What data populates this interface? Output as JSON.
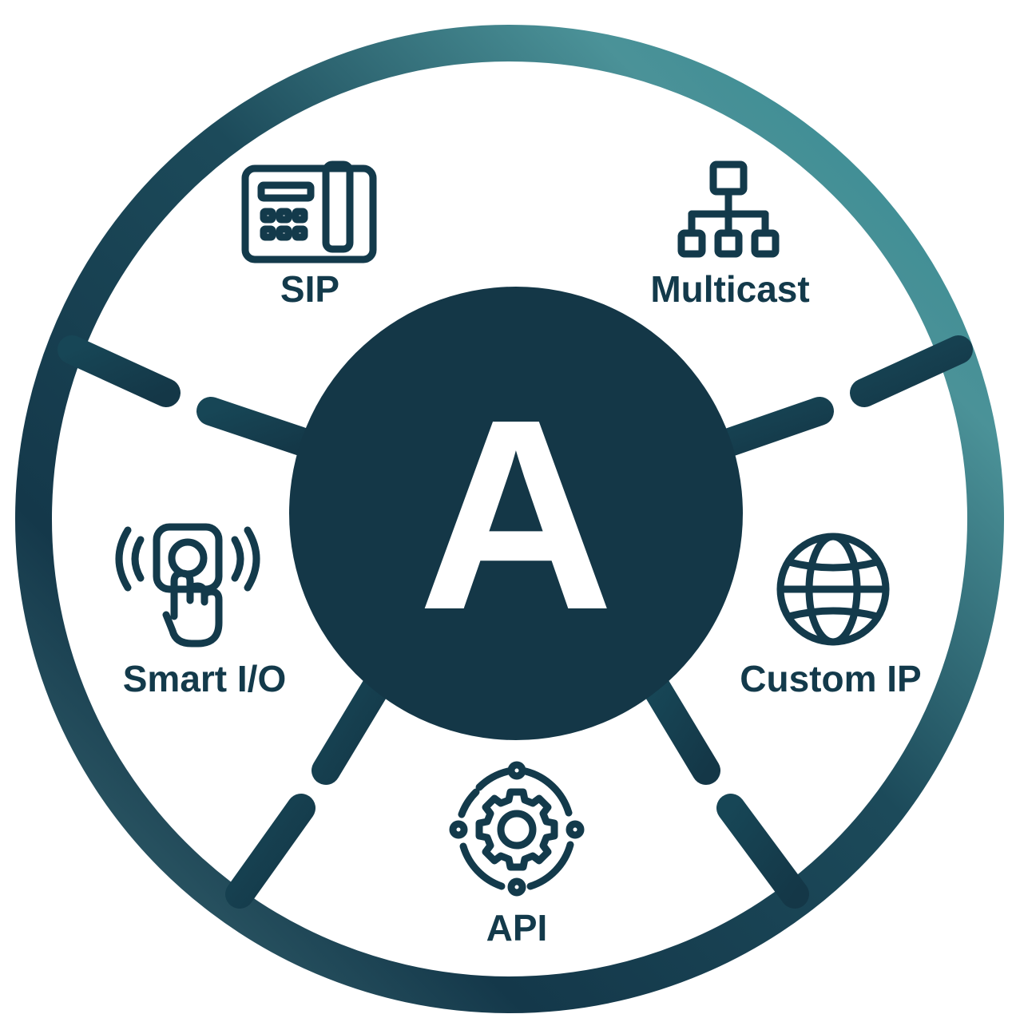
{
  "colors": {
    "ring_light": "#2d7f88",
    "ring_dark": "#143747",
    "hub": "#143747",
    "text": "#133a4b",
    "background": "#ffffff"
  },
  "hub": {
    "letter": "A"
  },
  "segments": [
    {
      "label": "SIP",
      "icon": "desk-phone-icon"
    },
    {
      "label": "Multicast",
      "icon": "network-hierarchy-icon"
    },
    {
      "label": "Custom IP",
      "icon": "globe-icon"
    },
    {
      "label": "API",
      "icon": "gear-cycle-icon"
    },
    {
      "label": "Smart I/O",
      "icon": "touch-button-icon"
    }
  ]
}
